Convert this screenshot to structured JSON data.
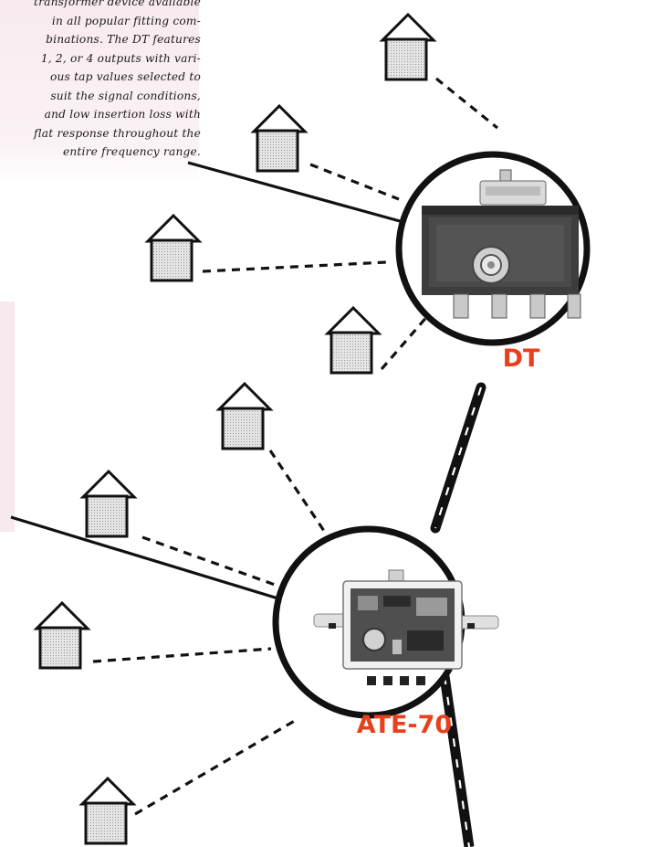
{
  "caption": {
    "lines": [
      "transformer device available",
      "in all popular fitting com-",
      "binations. The DT features",
      "1, 2, or 4 outputs with vari-",
      "ous tap values selected to",
      "suit the signal conditions,",
      "and low insertion loss with",
      "flat response throughout the",
      "entire frequency range."
    ]
  },
  "devices": {
    "dt": {
      "label": "DT"
    },
    "ate70": {
      "label": "ATE-70"
    }
  },
  "colors": {
    "label": "#e8401c",
    "line": "#111111",
    "house_fill": "#dcdcdc"
  },
  "icons": [
    "house-icon",
    "dt-tap-device-photo",
    "ate-70-amplifier-photo"
  ]
}
